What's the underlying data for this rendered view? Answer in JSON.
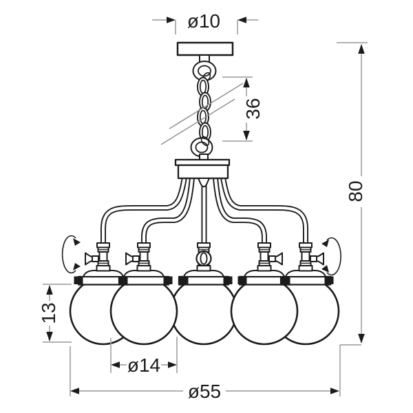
{
  "diagram": {
    "type": "technical-dimension-drawing",
    "subject": "five-light chandelier with chain suspension and globe shades",
    "background": "#ffffff",
    "colors": {
      "outline": "#1b1b1b",
      "dimension_line": "#a2a6a8",
      "break_line": "#8e9294",
      "arrowhead": "#1b1b1b",
      "text": "#1b1b1b",
      "fill": "#ffffff"
    },
    "components": {
      "canopy": "ceiling canopy",
      "chain": "suspension chain with break symbol",
      "hub": "central hub with four curved arms and center rod",
      "shade_count": 5,
      "shades": "globe shades with collar rings",
      "adjuster": "swivel knob with rotation arrows on outer lamps"
    },
    "dimensions": {
      "canopy_diameter": {
        "label": "ø10",
        "value": 10,
        "orientation": "horizontal",
        "location": "top"
      },
      "chain_length": {
        "label": "36",
        "value": 36,
        "orientation": "vertical",
        "location": "right of chain"
      },
      "total_height": {
        "label": "80",
        "value": 80,
        "orientation": "vertical",
        "location": "right edge"
      },
      "shade_height": {
        "label": "13",
        "value": 13,
        "orientation": "vertical",
        "location": "left edge"
      },
      "shade_diameter": {
        "label": "ø14",
        "value": 14,
        "orientation": "horizontal",
        "location": "below second shade"
      },
      "total_width": {
        "label": "ø55",
        "value": 55,
        "orientation": "horizontal",
        "location": "bottom"
      }
    }
  }
}
